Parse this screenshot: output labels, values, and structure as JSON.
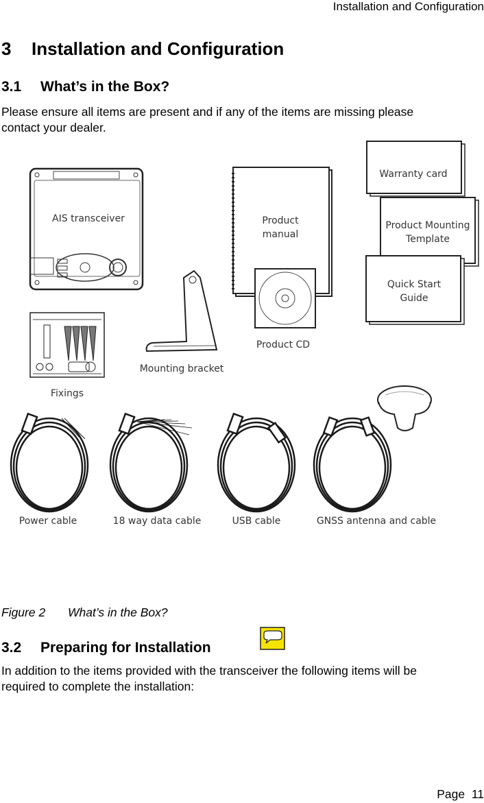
{
  "header": {
    "running_title": "Installation and Configuration"
  },
  "section3": {
    "number": "3",
    "title": "Installation and Configuration"
  },
  "section31": {
    "number": "3.1",
    "title": "What’s in the Box?",
    "body_line1": "Please ensure all items are present and if any of the items are missing please",
    "body_line2": "contact your dealer."
  },
  "figure": {
    "labels": {
      "ais": "AIS transceiver",
      "manual_l1": "Product",
      "manual_l2": "manual",
      "warranty": "Warranty card",
      "template_l1": "Product Mounting",
      "template_l2": "Template",
      "quick_l1": "Quick Start",
      "quick_l2": "Guide",
      "cd": "Product CD",
      "bracket": "Mounting bracket",
      "fixings": "Fixings",
      "power": "Power cable",
      "data18": "18 way data cable",
      "usb": "USB cable",
      "gnss": "GNSS antenna and cable"
    },
    "caption_number": "Figure 2",
    "caption_text": "What’s in the Box?"
  },
  "section32": {
    "number": "3.2",
    "title": "Preparing for Installation",
    "body_line1": "In addition to the items provided with the transceiver the following items will be",
    "body_line2": "required to complete the installation:",
    "note_icon": "speech-bubble-note-icon",
    "note_color": "#f5e400"
  },
  "footer": {
    "page_label": "Page",
    "page_number": "11"
  }
}
